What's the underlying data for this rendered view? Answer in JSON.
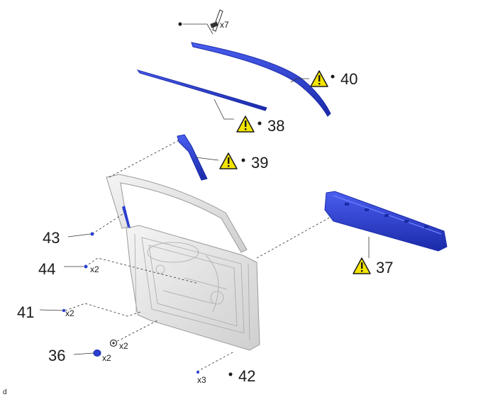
{
  "callouts": {
    "n36": "36",
    "n37": "37",
    "n38": "38",
    "n39": "39",
    "n40": "40",
    "n41": "41",
    "n42": "42",
    "n43": "43",
    "n44": "44"
  },
  "quantities": {
    "clip_top": "x7",
    "n44": "x2",
    "n41": "x2",
    "grommet": "x2",
    "n36": "x2",
    "n42": "x3"
  },
  "corner_mark": "d",
  "colors": {
    "part_blue": "#2a3fd0",
    "part_blue_dark": "#1a2aa8",
    "warning_yellow": "#f2e400",
    "door_grey": "#dcdcdc",
    "door_outline": "#9a9a9a",
    "leader": "#333333"
  },
  "icons": [
    "warning-icon",
    "bullet-icon"
  ]
}
